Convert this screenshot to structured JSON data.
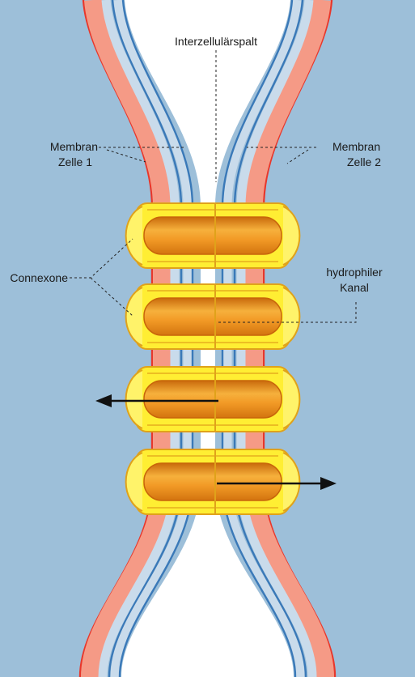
{
  "labels": {
    "gap": "Interzellulärspalt",
    "membrane_left_line1": "Membran",
    "membrane_left_line2": "Zelle 1",
    "membrane_right_line1": "Membran",
    "membrane_right_line2": "Zelle 2",
    "connexons": "Connexone",
    "channel_line1": "hydrophiler",
    "channel_line2": "Kanal"
  },
  "colors": {
    "cytoplasm": "#9dbfd9",
    "gap_space": "#ffffff",
    "membrane_outer_red": "#e8372b",
    "membrane_salmon": "#f59a86",
    "membrane_light_blue": "#c9dbeb",
    "membrane_blue_line": "#3a79b8",
    "connexon_yellow": "#ffee33",
    "connexon_outline": "#e0a21a",
    "channel_orange": "#f0a030",
    "channel_orange_dark": "#c8650a"
  },
  "connexon_count": 4
}
